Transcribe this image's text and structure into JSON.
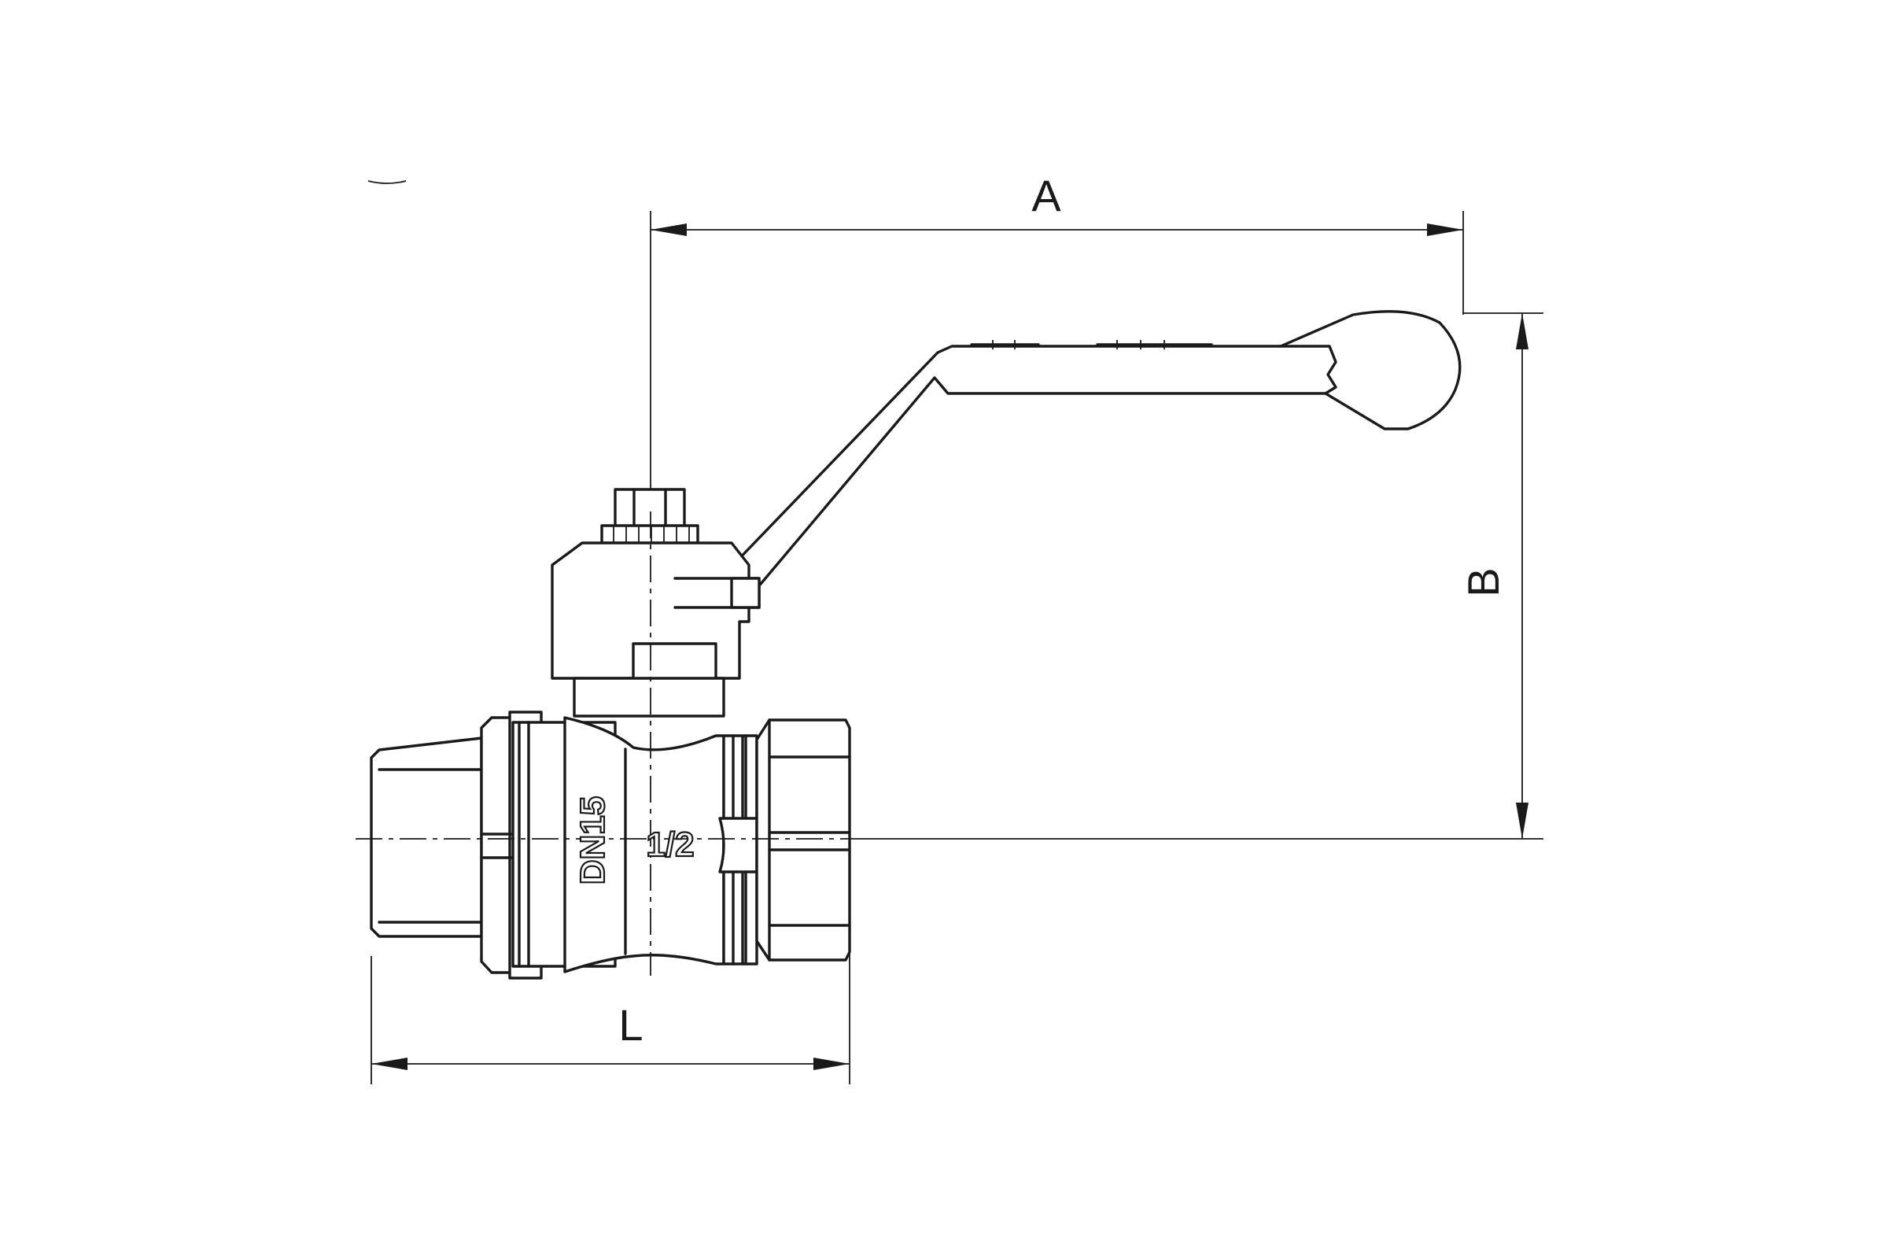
{
  "dimensions": {
    "A": "A",
    "B": "B",
    "L": "L"
  },
  "body_markings": {
    "nominal_diameter": "DN15",
    "thread_size": "1/2"
  },
  "colors": {
    "line": "#1a1a1a",
    "background": "#ffffff"
  }
}
